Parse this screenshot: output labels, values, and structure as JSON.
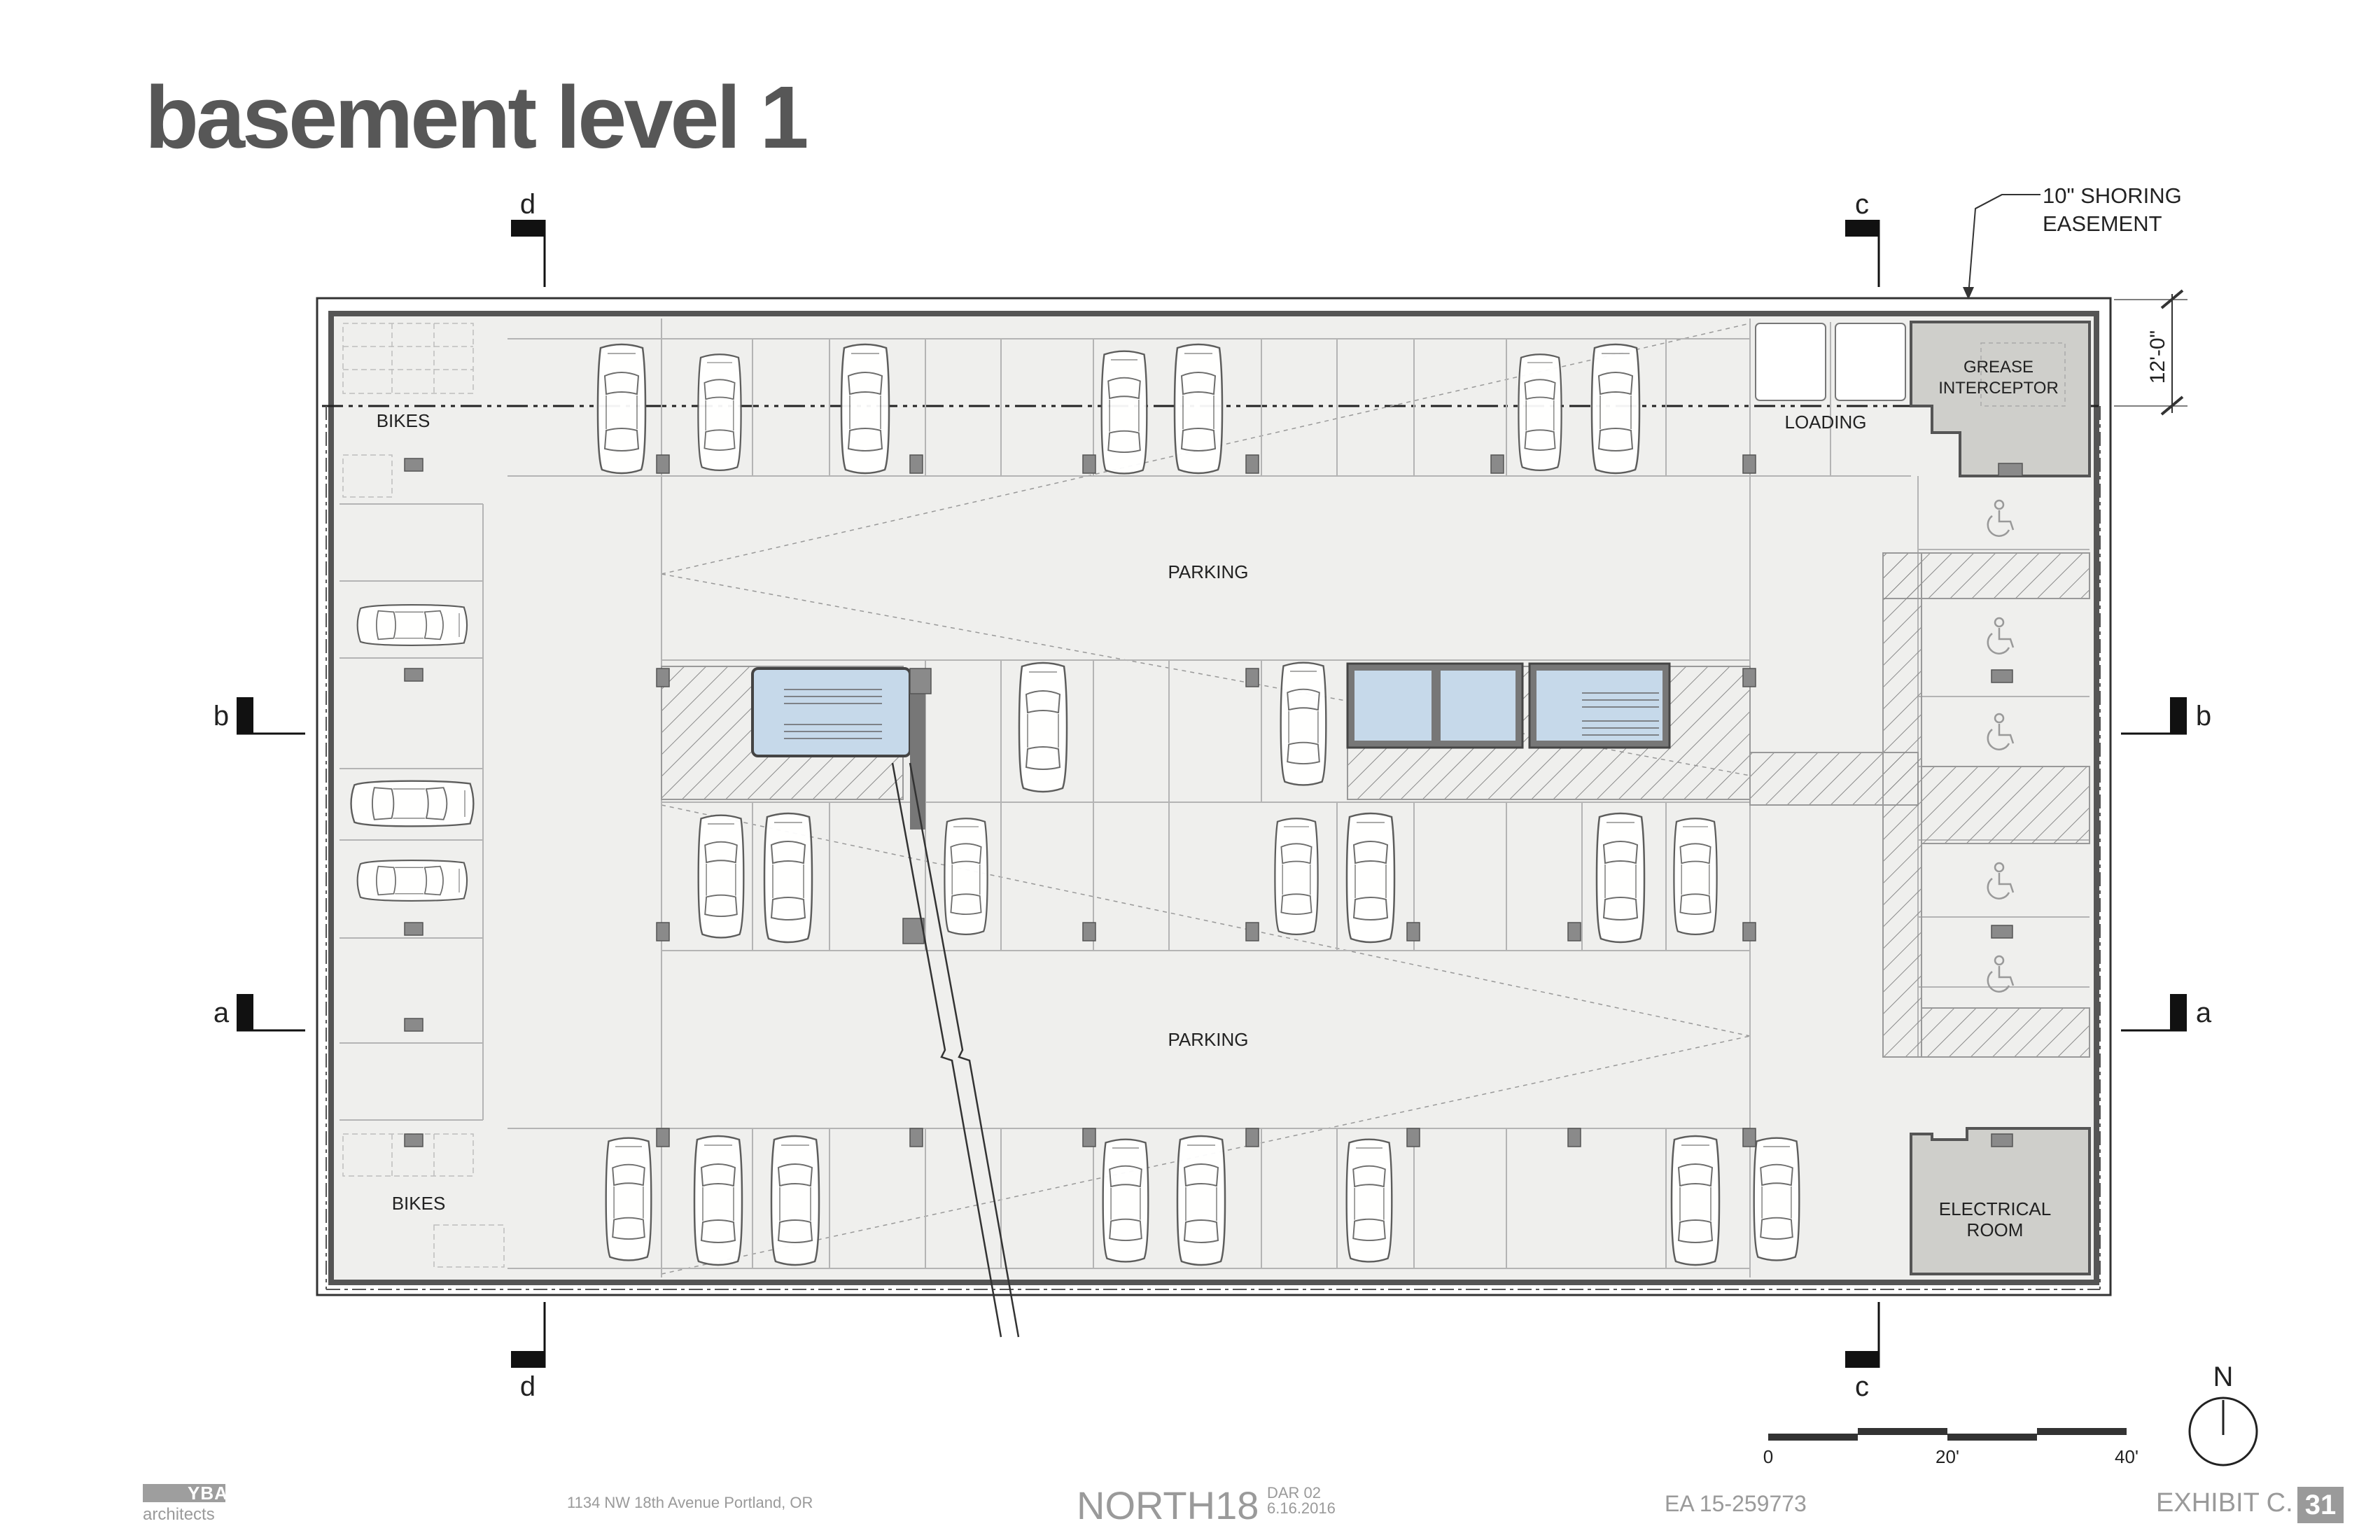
{
  "title": "basement level 1",
  "annotation": {
    "line1": "10\" SHORING",
    "line2": "EASEMENT"
  },
  "dimension": "12'-0\"",
  "rooms": {
    "bikes_top": "BIKES",
    "bikes_bottom": "BIKES",
    "loading": "LOADING",
    "grease_line1": "GREASE",
    "grease_line2": "INTERCEPTOR",
    "parking_top": "PARKING",
    "parking_bottom": "PARKING",
    "electrical_line1": "ELECTRICAL",
    "electrical_line2": "ROOM"
  },
  "section_markers": {
    "a": "a",
    "b": "b",
    "c": "c",
    "d": "d"
  },
  "scale_bar": {
    "labels": [
      "0",
      "20'",
      "40'"
    ]
  },
  "north_label": "N",
  "footer": {
    "firm": "YBA",
    "firm_sub": "architects",
    "address": "1134 NW 18th Avenue  Portland, OR",
    "project": "NORTH18",
    "dar": "DAR 02",
    "date": "6.16.2016",
    "ea": "EA 15-259773",
    "exhibit": "EXHIBIT C.",
    "exhibit_number": "31"
  }
}
